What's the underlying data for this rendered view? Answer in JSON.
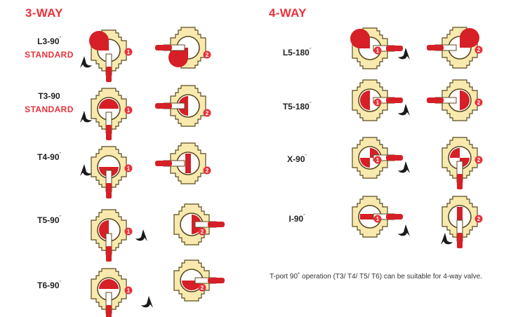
{
  "headings": {
    "three_way": "3-WAY",
    "four_way": "4-WAY"
  },
  "rows_3way": [
    {
      "code": "L3-90",
      "sub": "STANDARD"
    },
    {
      "code": "T3-90",
      "sub": "STANDARD"
    },
    {
      "code": "T4-90",
      "sub": ""
    },
    {
      "code": "T5-90",
      "sub": ""
    },
    {
      "code": "T6-90",
      "sub": ""
    }
  ],
  "rows_4way": [
    {
      "code": "L5-180"
    },
    {
      "code": "T5-180"
    },
    {
      "code": "X-90"
    },
    {
      "code": "I-90"
    }
  ],
  "degree_mark": "˝",
  "badges": {
    "one": "1",
    "two": "2"
  },
  "note": "T-port 90˚  operation (T3/ T4/ T5/ T6) can be suitable for 4-way valve.",
  "colors": {
    "body": "#f8eaae",
    "outline": "#5a4a20",
    "handle": "#d61f26",
    "badge": "#e8313a",
    "heading": "#e8313a"
  }
}
